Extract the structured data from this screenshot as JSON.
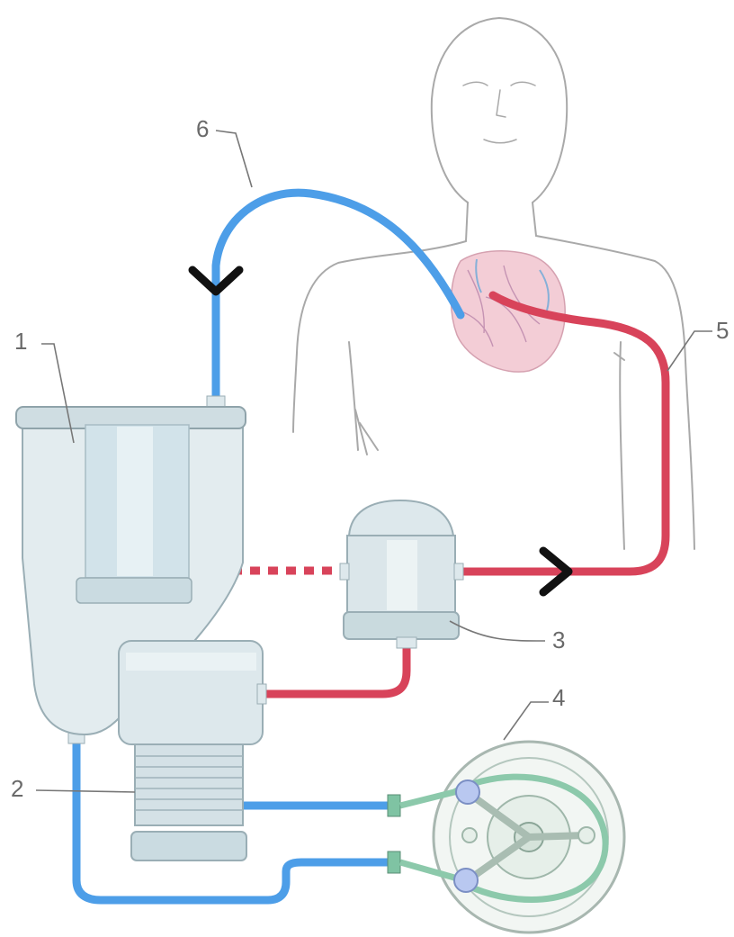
{
  "colors": {
    "venous": "#4d9ee8",
    "arterial": "#d8435a",
    "outline": "#a9a9a9",
    "device_fill": "#dde8ec",
    "device_stroke": "#9aaeb5",
    "arrow": "#111111"
  },
  "components": [
    {
      "number": "1",
      "name": "reservoir"
    },
    {
      "number": "2",
      "name": "oxygenator"
    },
    {
      "number": "3",
      "name": "filter"
    },
    {
      "number": "4",
      "name": "roller-pump"
    },
    {
      "number": "5",
      "name": "arterial-line"
    },
    {
      "number": "6",
      "name": "venous-line"
    }
  ],
  "arrows": [
    {
      "name": "venous-flow-arrow",
      "direction": "down"
    },
    {
      "name": "arterial-flow-arrow",
      "direction": "right"
    }
  ]
}
